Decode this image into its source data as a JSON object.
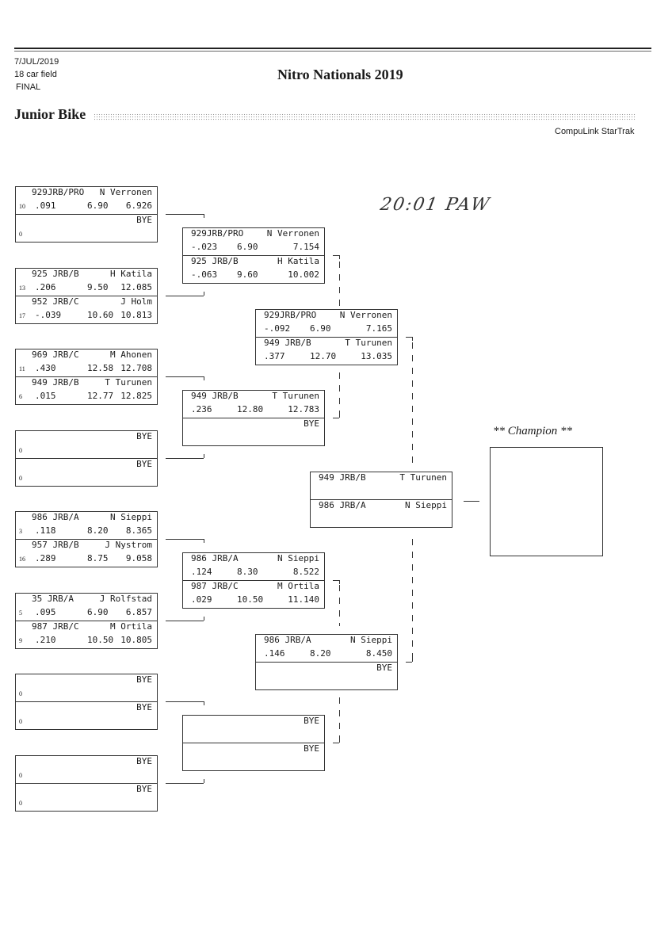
{
  "header": {
    "date": "7/JUL/2019",
    "field": "18 car field",
    "stage": "FINAL",
    "title": "Nitro Nationals 2019",
    "class": "Junior Bike",
    "brand": "CompuLink StarTrak"
  },
  "handwritten_note": "20:01 PAW",
  "champion_label": "** Champion **",
  "round1": [
    {
      "top": {
        "car": "929JRB/PRO",
        "name": "N Verronen",
        "lane": "10",
        "rt": ".091",
        "dial": "6.90",
        "et": "6.926"
      },
      "bottom": {
        "car": "",
        "name": "BYE",
        "lane": "0",
        "rt": "",
        "dial": "",
        "et": ""
      }
    },
    {
      "top": {
        "car": "925 JRB/B",
        "name": "H Katila",
        "lane": "13",
        "rt": ".206",
        "dial": "9.50",
        "et": "12.085"
      },
      "bottom": {
        "car": "952 JRB/C",
        "name": "J Holm",
        "lane": "17",
        "rt": "-.039",
        "dial": "10.60",
        "et": "10.813"
      }
    },
    {
      "top": {
        "car": "969 JRB/C",
        "name": "M Ahonen",
        "lane": "11",
        "rt": ".430",
        "dial": "12.58",
        "et": "12.708"
      },
      "bottom": {
        "car": "949 JRB/B",
        "name": "T Turunen",
        "lane": "6",
        "rt": ".015",
        "dial": "12.77",
        "et": "12.825"
      }
    },
    {
      "top": {
        "car": "",
        "name": "BYE",
        "lane": "0",
        "rt": "",
        "dial": "",
        "et": ""
      },
      "bottom": {
        "car": "",
        "name": "BYE",
        "lane": "0",
        "rt": "",
        "dial": "",
        "et": ""
      }
    },
    {
      "top": {
        "car": "986 JRB/A",
        "name": "N Sieppi",
        "lane": "3",
        "rt": ".118",
        "dial": "8.20",
        "et": "8.365"
      },
      "bottom": {
        "car": "957 JRB/B",
        "name": "J Nystrom",
        "lane": "16",
        "rt": ".289",
        "dial": "8.75",
        "et": "9.058"
      }
    },
    {
      "top": {
        "car": "35 JRB/A",
        "name": "J Rolfstad",
        "lane": "5",
        "rt": ".095",
        "dial": "6.90",
        "et": "6.857"
      },
      "bottom": {
        "car": "987 JRB/C",
        "name": "M Ortila",
        "lane": "9",
        "rt": ".210",
        "dial": "10.50",
        "et": "10.805"
      }
    },
    {
      "top": {
        "car": "",
        "name": "BYE",
        "lane": "0",
        "rt": "",
        "dial": "",
        "et": ""
      },
      "bottom": {
        "car": "",
        "name": "BYE",
        "lane": "0",
        "rt": "",
        "dial": "",
        "et": ""
      }
    },
    {
      "top": {
        "car": "",
        "name": "BYE",
        "lane": "0",
        "rt": "",
        "dial": "",
        "et": ""
      },
      "bottom": {
        "car": "",
        "name": "BYE",
        "lane": "0",
        "rt": "",
        "dial": "",
        "et": ""
      }
    }
  ],
  "round2": [
    {
      "top": {
        "car": "929JRB/PRO",
        "name": "N Verronen",
        "rt": "-.023",
        "dial": "6.90",
        "et": "7.154"
      },
      "bottom": {
        "car": "925 JRB/B",
        "name": "H Katila",
        "rt": "-.063",
        "dial": "9.60",
        "et": "10.002"
      }
    },
    {
      "top": {
        "car": "949 JRB/B",
        "name": "T Turunen",
        "rt": ".236",
        "dial": "12.80",
        "et": "12.783"
      },
      "bottom": {
        "car": "",
        "name": "BYE",
        "rt": "",
        "dial": "",
        "et": ""
      }
    },
    {
      "top": {
        "car": "986 JRB/A",
        "name": "N Sieppi",
        "rt": ".124",
        "dial": "8.30",
        "et": "8.522"
      },
      "bottom": {
        "car": "987 JRB/C",
        "name": "M Ortila",
        "rt": ".029",
        "dial": "10.50",
        "et": "11.140"
      }
    },
    {
      "top": {
        "car": "",
        "name": "BYE",
        "rt": "",
        "dial": "",
        "et": ""
      },
      "bottom": {
        "car": "",
        "name": "BYE",
        "rt": "",
        "dial": "",
        "et": ""
      }
    }
  ],
  "round3": [
    {
      "top": {
        "car": "929JRB/PRO",
        "name": "N Verronen",
        "rt": "-.092",
        "dial": "6.90",
        "et": "7.165"
      },
      "bottom": {
        "car": "949 JRB/B",
        "name": "T Turunen",
        "rt": ".377",
        "dial": "12.70",
        "et": "13.035"
      }
    },
    {
      "top": {
        "car": "986 JRB/A",
        "name": "N Sieppi",
        "rt": ".146",
        "dial": "8.20",
        "et": "8.450"
      },
      "bottom": {
        "car": "",
        "name": "BYE",
        "rt": "",
        "dial": "",
        "et": ""
      }
    }
  ],
  "final": {
    "top": {
      "car": "949 JRB/B",
      "name": "T Turunen",
      "rt": "",
      "dial": "",
      "et": ""
    },
    "bottom": {
      "car": "986 JRB/A",
      "name": "N Sieppi",
      "rt": "",
      "dial": "",
      "et": ""
    }
  }
}
